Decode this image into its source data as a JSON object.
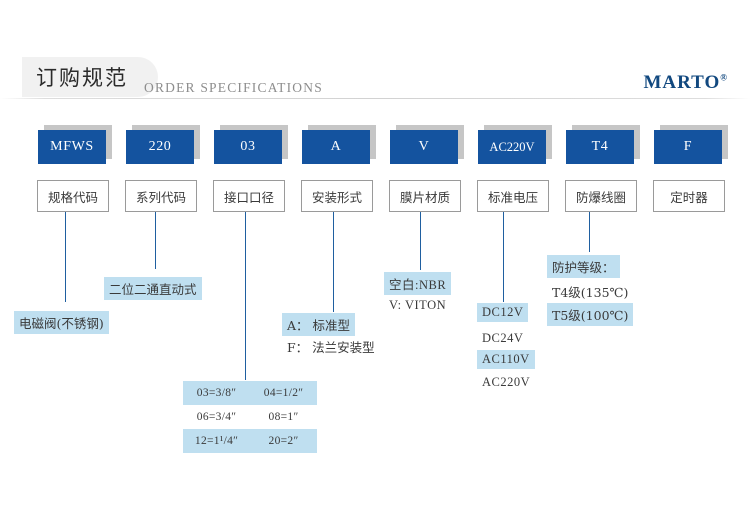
{
  "header": {
    "title": "订购规范",
    "subtitle": "ORDER SPECIFICATIONS",
    "brand": "MARTO",
    "brand_mark": "®",
    "brand_color": "#11487f"
  },
  "colors": {
    "code_box": "#14539f",
    "code_box_shadow": "#c6c6c6",
    "connector": "#1f5fa0",
    "highlight": "#bfdff0",
    "label_border": "#9a9a9a"
  },
  "columns": [
    {
      "code": "MFWS",
      "label": "规格代码"
    },
    {
      "code": "220",
      "label": "系列代码"
    },
    {
      "code": "03",
      "label": "接口口径"
    },
    {
      "code": "A",
      "label": "安装形式"
    },
    {
      "code": "V",
      "label": "膜片材质"
    },
    {
      "code": "AC220V",
      "label": "标准电压"
    },
    {
      "code": "T4",
      "label": "防爆线圈"
    },
    {
      "code": "F",
      "label": "定时器"
    }
  ],
  "callouts": {
    "spec_code": {
      "text": "电磁阀(不锈钢)",
      "highlight": true
    },
    "series_code": {
      "text": "二位二通直动式",
      "highlight": true
    },
    "mount_type": [
      {
        "text": "A： 标准型",
        "highlight": true
      },
      {
        "text": "F： 法兰安装型",
        "highlight": false
      }
    ],
    "diaphragm": [
      {
        "text": "空白:NBR",
        "highlight": true
      },
      {
        "text": "V: VITON",
        "highlight": false
      }
    ],
    "voltage": [
      {
        "text": "DC12V",
        "highlight": true
      },
      {
        "text": "DC24V",
        "highlight": false
      },
      {
        "text": "AC110V",
        "highlight": true
      },
      {
        "text": "AC220V",
        "highlight": false
      }
    ],
    "explosion_coil": [
      {
        "text": "防护等级：",
        "highlight": true
      },
      {
        "text": "T4级(135℃)",
        "highlight": false
      },
      {
        "text": "T5级(100℃)",
        "highlight": true
      }
    ]
  },
  "port_table": {
    "rows": [
      {
        "highlight": true,
        "cells": [
          "03=3/8″",
          "04=1/2″"
        ]
      },
      {
        "highlight": false,
        "cells": [
          "06=3/4″",
          "08=1″"
        ]
      },
      {
        "highlight": true,
        "cells": [
          "12=1¹/4″",
          "20=2″"
        ]
      }
    ]
  }
}
